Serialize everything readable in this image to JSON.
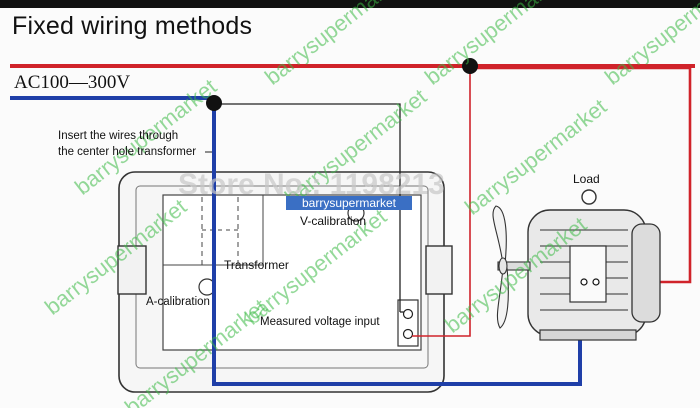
{
  "title": "Fixed wiring methods",
  "supply_label": "AC100—300V",
  "note_lines": [
    "Insert the wires through",
    "the center hole transformer"
  ],
  "labels": {
    "load": "Load",
    "v_calibration": "V-calibration",
    "transformer": "Transformer",
    "a_calibration": "A-calibration",
    "measured_voltage_input": "Measured voltage input"
  },
  "watermarks": {
    "store": "Store No.: 1198213",
    "brand": "barrysupermarket"
  },
  "colors": {
    "live_wire": "#d0232a",
    "neutral_wire": "#1f3fa8",
    "outline": "#222222",
    "watermark": "#3cb946",
    "title_bar": "#111111"
  }
}
